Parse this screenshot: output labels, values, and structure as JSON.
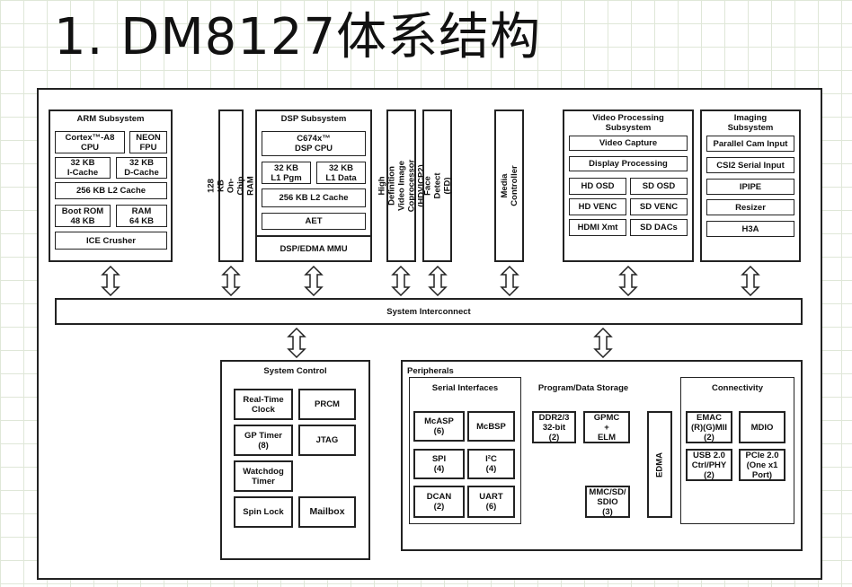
{
  "title": "1. DM8127体系结构",
  "arm": {
    "title": "ARM Subsystem",
    "cpu": "Cortex™-A8\nCPU",
    "neon": "NEON\nFPU",
    "icache": "32 KB\nI-Cache",
    "dcache": "32 KB\nD-Cache",
    "l2": "256 KB L2 Cache",
    "bootrom": "Boot ROM\n48 KB",
    "ram": "RAM\n64 KB",
    "ice": "ICE Crusher"
  },
  "onchip_ram": "128 KB On-Chip RAM",
  "dsp": {
    "title": "DSP Subsystem",
    "cpu": "C674x™\nDSP CPU",
    "l1pgm": "32 KB\nL1 Pgm",
    "l1data": "32 KB\nL1 Data",
    "l2": "256 KB L2 Cache",
    "aet": "AET",
    "mmu": "DSP/EDMA MMU"
  },
  "hdvicp": "High Definition Video Image\nCoprocessor (HDVICP2)",
  "face_detect": "Face Detect (FD)",
  "media_controller": "Media Controller",
  "video": {
    "title": "Video Processing\nSubsystem",
    "capture": "Video Capture",
    "display": "Display Processing",
    "hd_osd": "HD OSD",
    "sd_osd": "SD OSD",
    "hd_venc": "HD VENC",
    "sd_venc": "SD VENC",
    "hdmi": "HDMI Xmt",
    "sd_dacs": "SD DACs"
  },
  "imaging": {
    "title": "Imaging\nSubsystem",
    "parallel": "Parallel Cam Input",
    "csi2": "CSI2 Serial Input",
    "ipipe": "IPIPE",
    "resizer": "Resizer",
    "h3a": "H3A"
  },
  "interconnect": "System Interconnect",
  "system_control": {
    "title": "System Control",
    "rtc": "Real-Time\nClock",
    "prcm": "PRCM",
    "gp_timer": "GP Timer\n(8)",
    "jtag": "JTAG",
    "watchdog": "Watchdog\nTimer",
    "spinlock": "Spin Lock",
    "mailbox": "Mailbox"
  },
  "peripherals": {
    "title": "Peripherals",
    "serial_title": "Serial Interfaces",
    "mcasp": "McASP\n(6)",
    "mcbsp": "McBSP",
    "spi": "SPI\n(4)",
    "i2c": "I²C\n(4)",
    "dcan": "DCAN\n(2)",
    "uart": "UART\n(6)",
    "storage_title": "Program/Data Storage",
    "ddr": "DDR2/3\n32-bit\n(2)",
    "gpmc": "GPMC\n+\nELM",
    "mmc": "MMC/SD/\nSDIO\n(3)",
    "edma": "EDMA",
    "connectivity_title": "Connectivity",
    "emac": "EMAC\n(R)(G)MII\n(2)",
    "mdio": "MDIO",
    "usb": "USB 2.0\nCtrl/PHY\n(2)",
    "pcie": "PCIe 2.0\n(One x1\nPort)"
  }
}
